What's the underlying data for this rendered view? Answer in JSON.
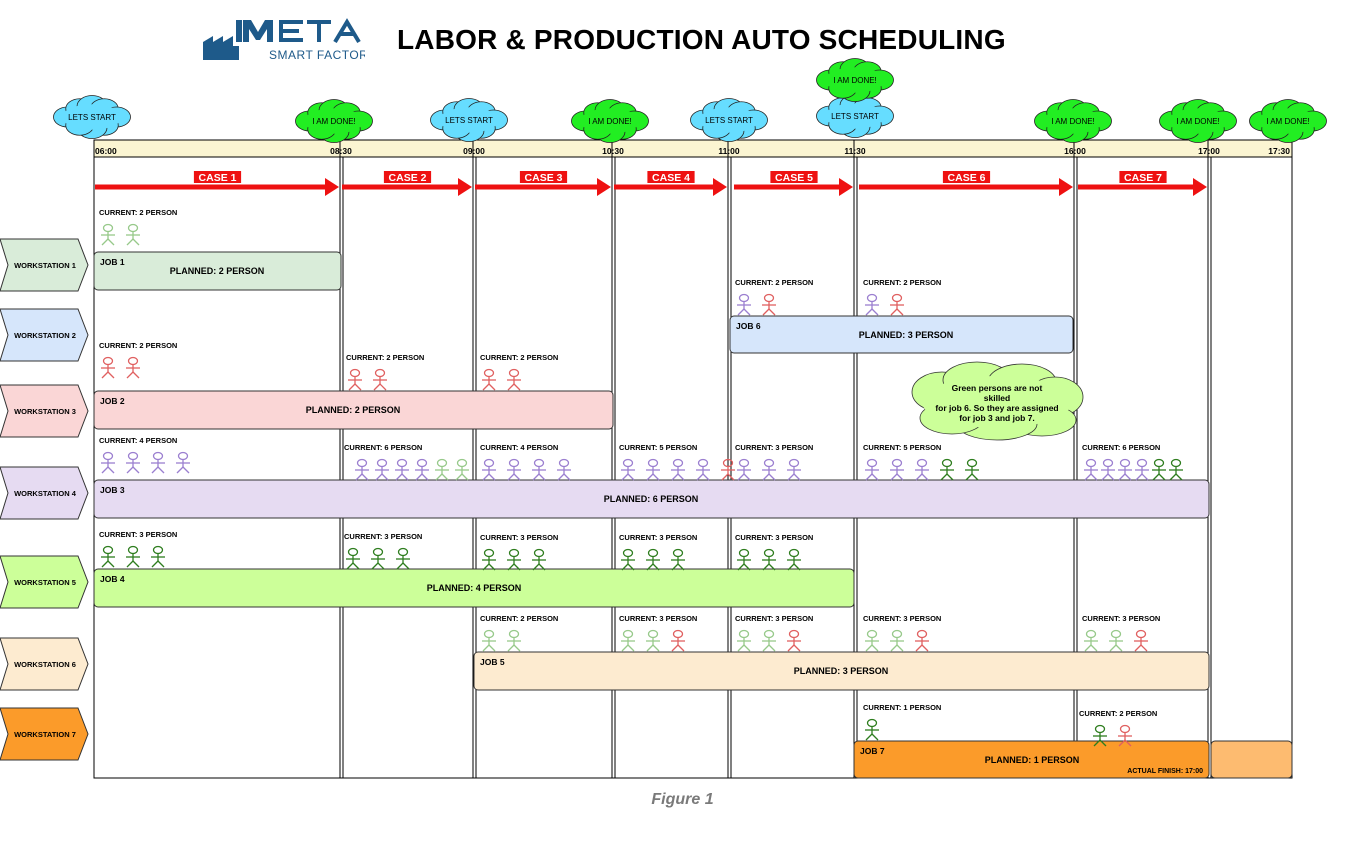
{
  "header": {
    "title": "LABOR & PRODUCTION AUTO SCHEDULING",
    "logo_text_top": "META",
    "logo_text_bottom": "SMART FACTORY"
  },
  "caption": "Figure 1",
  "colors": {
    "timeline_band": "#fbf5d2",
    "arrow": "#ee1111",
    "cloud_start": "#66ddff",
    "cloud_done": "#22ee22",
    "note": "#ccff99",
    "ws1": "#d9ecd9",
    "ws2": "#d6e6fb",
    "ws3": "#fad6d6",
    "ws4": "#e6dbf2",
    "ws5": "#ccff99",
    "ws6": "#fdebd0",
    "ws7": "#fb9b2a",
    "person_green_light": "#97c98a",
    "person_green_dark": "#2e7d1e",
    "person_red": "#e06060",
    "person_purple": "#9b7fd0"
  },
  "clouds": [
    {
      "id": "c1",
      "text": "LETS START",
      "kind": "start"
    },
    {
      "id": "c2",
      "text": "I AM DONE!",
      "kind": "done"
    },
    {
      "id": "c3",
      "text": "LETS START",
      "kind": "start"
    },
    {
      "id": "c4",
      "text": "I AM DONE!",
      "kind": "done"
    },
    {
      "id": "c5",
      "text": "LETS START",
      "kind": "start"
    },
    {
      "id": "c6",
      "text": "I AM DONE!",
      "kind": "done"
    },
    {
      "id": "c7",
      "text": "LETS START",
      "kind": "start"
    },
    {
      "id": "c8",
      "text": "I AM DONE!",
      "kind": "done"
    },
    {
      "id": "c9",
      "text": "I AM DONE!",
      "kind": "done"
    },
    {
      "id": "c10",
      "text": "I AM DONE!",
      "kind": "done"
    }
  ],
  "times": [
    "06:00",
    "08:30",
    "09:00",
    "10:30",
    "11:00",
    "11:30",
    "16:00",
    "17:00",
    "17:30"
  ],
  "cases": [
    "CASE 1",
    "CASE 2",
    "CASE 3",
    "CASE 4",
    "CASE 5",
    "CASE 6",
    "CASE 7"
  ],
  "workstations": [
    "WORKSTATION 1",
    "WORKSTATION 2",
    "WORKSTATION 3",
    "WORKSTATION 4",
    "WORKSTATION 5",
    "WORKSTATION 6",
    "WORKSTATION 7"
  ],
  "jobs": [
    {
      "label": "JOB 1",
      "planned": "PLANNED: 2 PERSON"
    },
    {
      "label": "JOB 6",
      "planned": "PLANNED: 3 PERSON"
    },
    {
      "label": "JOB 2",
      "planned": "PLANNED: 2 PERSON"
    },
    {
      "label": "JOB 3",
      "planned": "PLANNED: 6 PERSON"
    },
    {
      "label": "JOB 4",
      "planned": "PLANNED: 4 PERSON"
    },
    {
      "label": "JOB 5",
      "planned": "PLANNED: 3 PERSON"
    },
    {
      "label": "JOB 7",
      "planned": "PLANNED: 1 PERSON"
    }
  ],
  "actual_finish": "ACTUAL FINISH: 17:00",
  "note": [
    "Green persons are not",
    "skilled",
    "for job 6. So they are assigned",
    "for job 3 and job 7."
  ],
  "current_labels": {
    "p1": "CURRENT: 1 PERSON",
    "p2": "CURRENT: 2 PERSON",
    "p3": "CURRENT: 3 PERSON",
    "p4": "CURRENT: 4 PERSON",
    "p5": "CURRENT: 5 PERSON",
    "p6": "CURRENT: 6 PERSON"
  },
  "crews": [
    {
      "ws": 1,
      "seg": 0,
      "label": "p2",
      "persons": [
        "gl",
        "gl"
      ]
    },
    {
      "ws": 2,
      "seg": 4,
      "label": "p2",
      "persons": [
        "pu",
        "rd"
      ]
    },
    {
      "ws": 2,
      "seg": 5,
      "label": "p2",
      "persons": [
        "pu",
        "rd"
      ]
    },
    {
      "ws": 3,
      "seg": 0,
      "label": "p2",
      "persons": [
        "rd",
        "rd"
      ]
    },
    {
      "ws": 3,
      "seg": 1,
      "label": "p2",
      "persons": [
        "rd",
        "rd"
      ]
    },
    {
      "ws": 3,
      "seg": 2,
      "label": "p2",
      "persons": [
        "rd",
        "rd"
      ]
    },
    {
      "ws": 4,
      "seg": 0,
      "label": "p4",
      "persons": [
        "pu",
        "pu",
        "pu",
        "pu"
      ]
    },
    {
      "ws": 4,
      "seg": 1,
      "label": "p6",
      "persons": [
        "pu",
        "pu",
        "pu",
        "pu",
        "gl",
        "gl"
      ]
    },
    {
      "ws": 4,
      "seg": 2,
      "label": "p4",
      "persons": [
        "pu",
        "pu",
        "pu",
        "pu"
      ]
    },
    {
      "ws": 4,
      "seg": 3,
      "label": "p5",
      "persons": [
        "pu",
        "pu",
        "pu",
        "pu",
        "rd"
      ]
    },
    {
      "ws": 4,
      "seg": 4,
      "label": "p3",
      "persons": [
        "pu",
        "pu",
        "pu"
      ]
    },
    {
      "ws": 4,
      "seg": 5,
      "label": "p5",
      "persons": [
        "pu",
        "pu",
        "pu",
        "gd",
        "gd"
      ]
    },
    {
      "ws": 4,
      "seg": 6,
      "label": "p6",
      "persons": [
        "pu",
        "pu",
        "pu",
        "pu",
        "gd",
        "gd"
      ]
    },
    {
      "ws": 5,
      "seg": 0,
      "label": "p3",
      "persons": [
        "gd",
        "gd",
        "gd"
      ]
    },
    {
      "ws": 5,
      "seg": 1,
      "label": "p3",
      "persons": [
        "gd",
        "gd",
        "gd"
      ]
    },
    {
      "ws": 5,
      "seg": 2,
      "label": "p3",
      "persons": [
        "gd",
        "gd",
        "gd"
      ]
    },
    {
      "ws": 5,
      "seg": 3,
      "label": "p3",
      "persons": [
        "gd",
        "gd",
        "gd"
      ]
    },
    {
      "ws": 5,
      "seg": 4,
      "label": "p3",
      "persons": [
        "gd",
        "gd",
        "gd"
      ]
    },
    {
      "ws": 6,
      "seg": 2,
      "label": "p2",
      "persons": [
        "gl",
        "gl"
      ]
    },
    {
      "ws": 6,
      "seg": 3,
      "label": "p3",
      "persons": [
        "gl",
        "gl",
        "rd"
      ]
    },
    {
      "ws": 6,
      "seg": 4,
      "label": "p3",
      "persons": [
        "gl",
        "gl",
        "rd"
      ]
    },
    {
      "ws": 6,
      "seg": 5,
      "label": "p3",
      "persons": [
        "gl",
        "gl",
        "rd"
      ]
    },
    {
      "ws": 6,
      "seg": 6,
      "label": "p3",
      "persons": [
        "gl",
        "gl",
        "rd"
      ]
    },
    {
      "ws": 7,
      "seg": 5,
      "label": "p1",
      "persons": [
        "gd"
      ]
    },
    {
      "ws": 7,
      "seg": 6,
      "label": "p2",
      "persons": [
        "gd",
        "rd"
      ]
    }
  ]
}
